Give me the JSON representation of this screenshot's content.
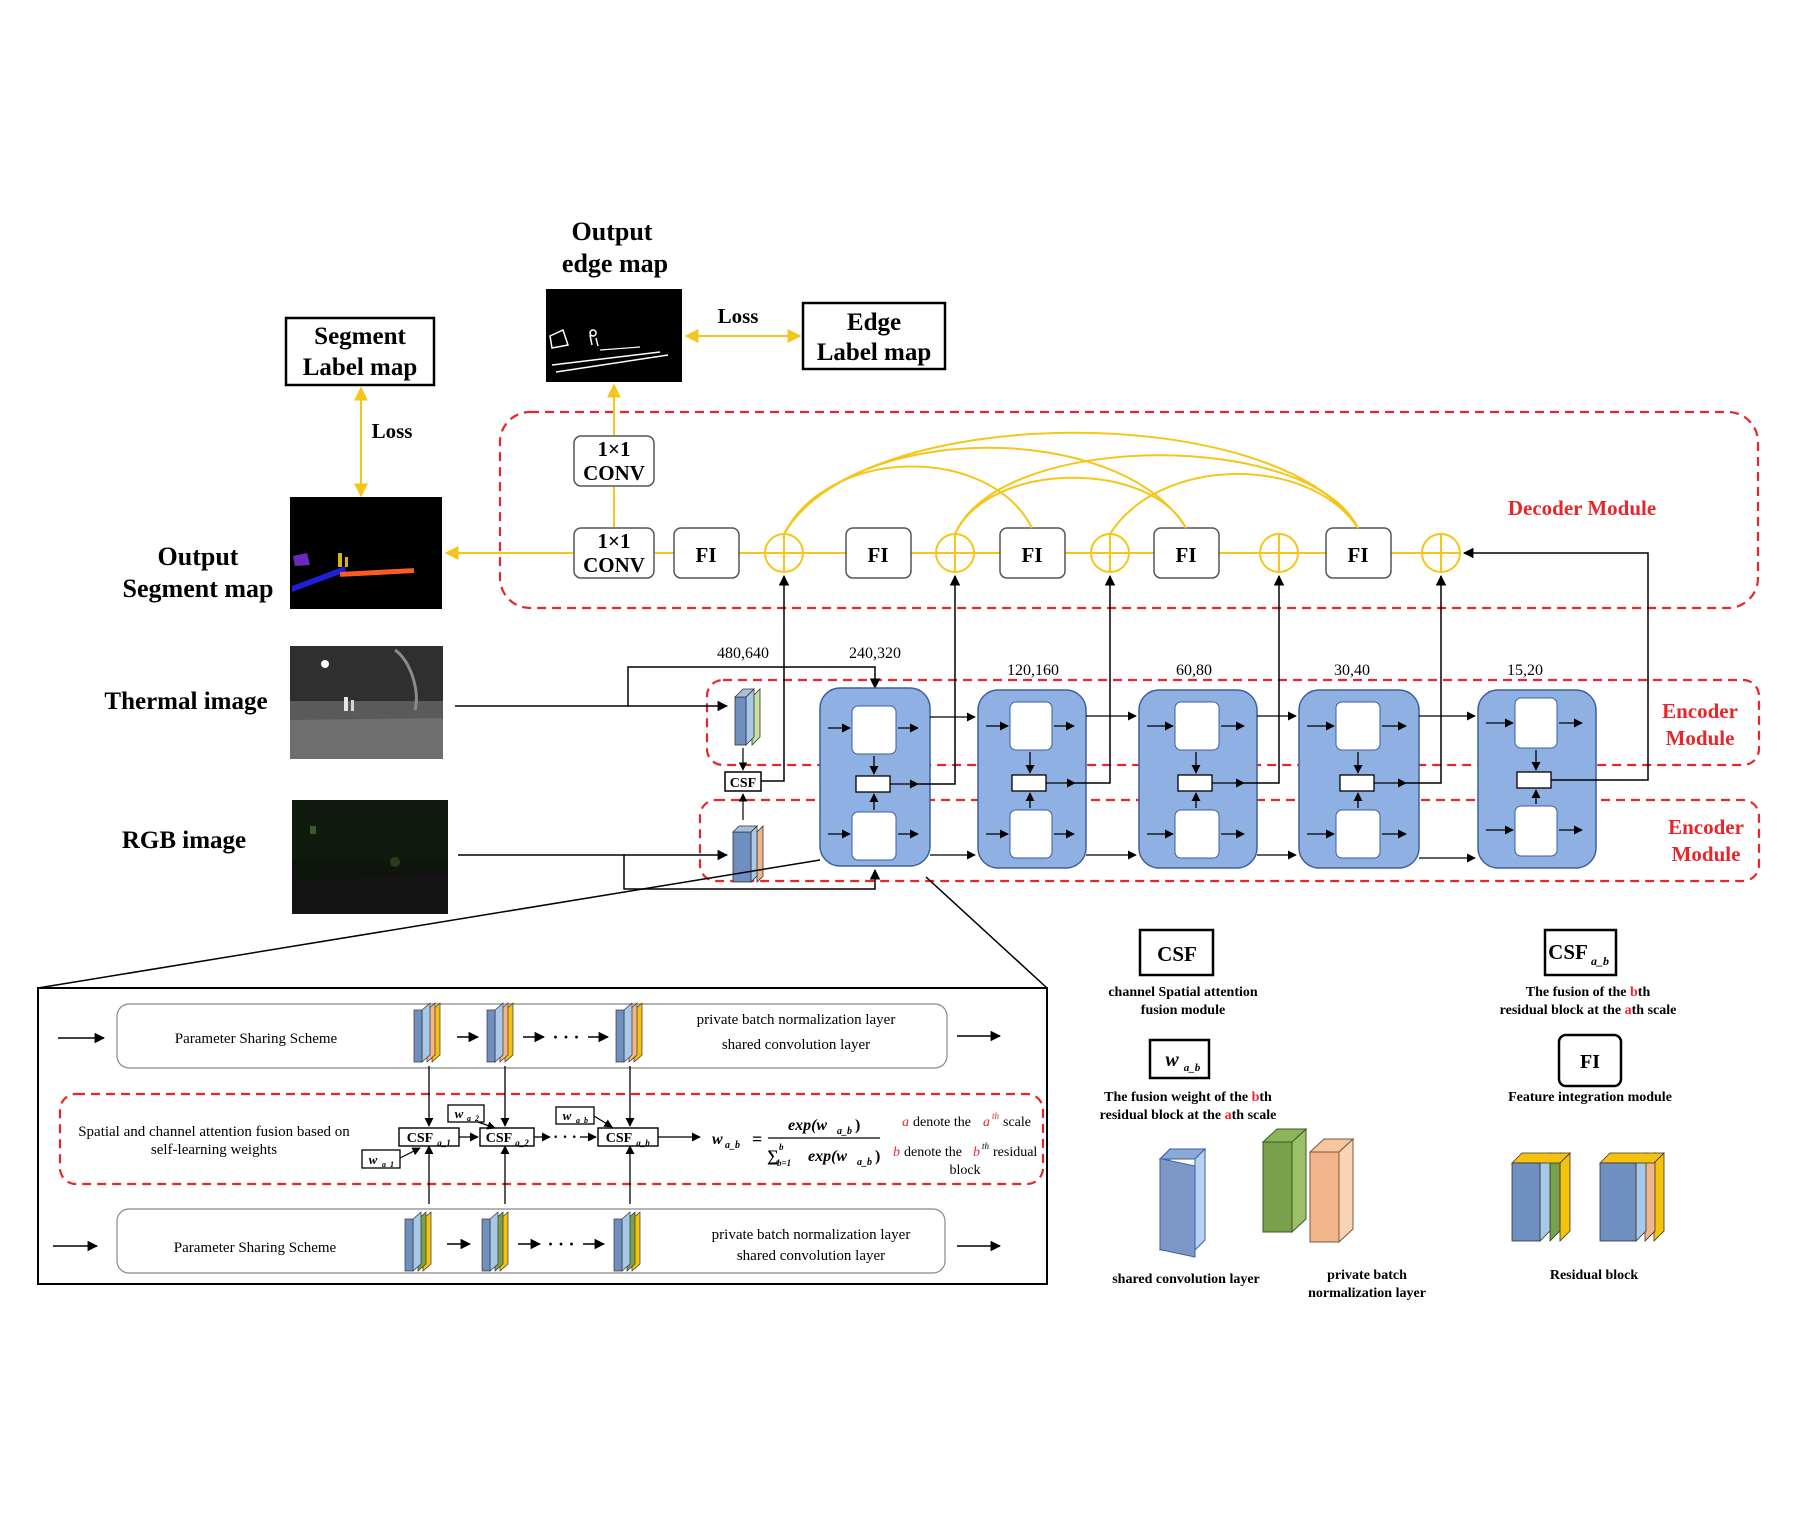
{
  "colors": {
    "decoder_line": "#f5c518",
    "dashed_border": "#e8262a",
    "encoder_block": "#8fb0e3",
    "encoder_block_stroke": "#3d5f9e",
    "shared_conv": "#7d97c9",
    "private_bn_green": "#79a04a",
    "private_bn_orange": "#f2b48a",
    "residual_yellow": "#f4c20d"
  },
  "top": {
    "output_edge_title_1": "Output",
    "output_edge_title_2": "edge map",
    "edge_label_1": "Edge",
    "edge_label_2": "Label map",
    "segment_label_1": "Segment",
    "segment_label_2": "Label map",
    "loss_edge": "Loss",
    "loss_segment": "Loss",
    "output_segment_1": "Output",
    "output_segment_2": "Segment map"
  },
  "decoder": {
    "title": "Decoder Module",
    "conv_upper_1": "1×1",
    "conv_upper_2": "CONV",
    "conv_lower_1": "1×1",
    "conv_lower_2": "CONV",
    "fi_blocks": [
      "FI",
      "FI",
      "FI",
      "FI",
      "FI"
    ]
  },
  "encoder": {
    "title_thermal_1": "Encoder",
    "title_thermal_2": "Module",
    "title_rgb_1": "Encoder",
    "title_rgb_2": "Module",
    "thermal_label": "Thermal image",
    "rgb_label": "RGB image",
    "csf_label": "CSF",
    "scales": [
      "480,640",
      "240,320",
      "120,160",
      "60,80",
      "30,40",
      "15,20"
    ]
  },
  "detail": {
    "pss_top": "Parameter Sharing Scheme",
    "pss_bottom": "Parameter Sharing Scheme",
    "private_bn_top": "private batch normalization layer",
    "shared_conv_top": "shared convolution layer",
    "private_bn_bottom": "private batch normalization layer",
    "shared_conv_bottom": "shared convolution layer",
    "dots": "· · ·",
    "fusion_desc_1": "Spatial and channel attention fusion based on",
    "fusion_desc_2": "self-learning weights",
    "csf_base": "CSF",
    "csf_subs": [
      "a_1",
      "a_2",
      "a_b"
    ],
    "w_base": "w",
    "w_subs": [
      "a_1",
      "a_2",
      "a_b"
    ],
    "formula_lhs": "w",
    "formula_lhs_sub": "a_b",
    "formula_eq": "=",
    "formula_num": "exp(w",
    "formula_num_sub": "a_b",
    "formula_num_end": ")",
    "formula_den_sum": "∑",
    "formula_den_sum_top": "b",
    "formula_den_sum_bottom": "b=1",
    "formula_den": "exp(w",
    "formula_den_sub": "a_b",
    "formula_den_end": ")",
    "note_a_var": "a",
    "note_a_text": "denote the",
    "note_a_sup": "th",
    "note_a_end": "scale",
    "note_b_var": "b",
    "note_b_text": "denote the",
    "note_b_sup": "th",
    "note_b_end": "residual",
    "note_b_line2": "block"
  },
  "legend": {
    "csf_box": "CSF",
    "csf_desc_1": "channel Spatial attention",
    "csf_desc_2": "fusion module",
    "csfab_box": "CSF",
    "csfab_sub": "a_b",
    "csfab_desc_1a": "The fusion  of the ",
    "csfab_desc_1b": "b",
    "csfab_desc_1c": "th",
    "csfab_desc_2a": "residual block at the ",
    "csfab_desc_2b": "a",
    "csfab_desc_2c": "th scale",
    "wab_box": "w",
    "wab_sub": "a_b",
    "wab_desc_1a": "The fusion weight of the ",
    "wab_desc_1b": "b",
    "wab_desc_1c": "th",
    "wab_desc_2a": "residual block at the ",
    "wab_desc_2b": "a",
    "wab_desc_2c": "th scale",
    "fi_box": "FI",
    "fi_desc": "Feature integration module",
    "shared_conv": "shared convolution layer",
    "private_bn_1": "private batch",
    "private_bn_2": "normalization layer",
    "residual_block": "Residual block"
  }
}
